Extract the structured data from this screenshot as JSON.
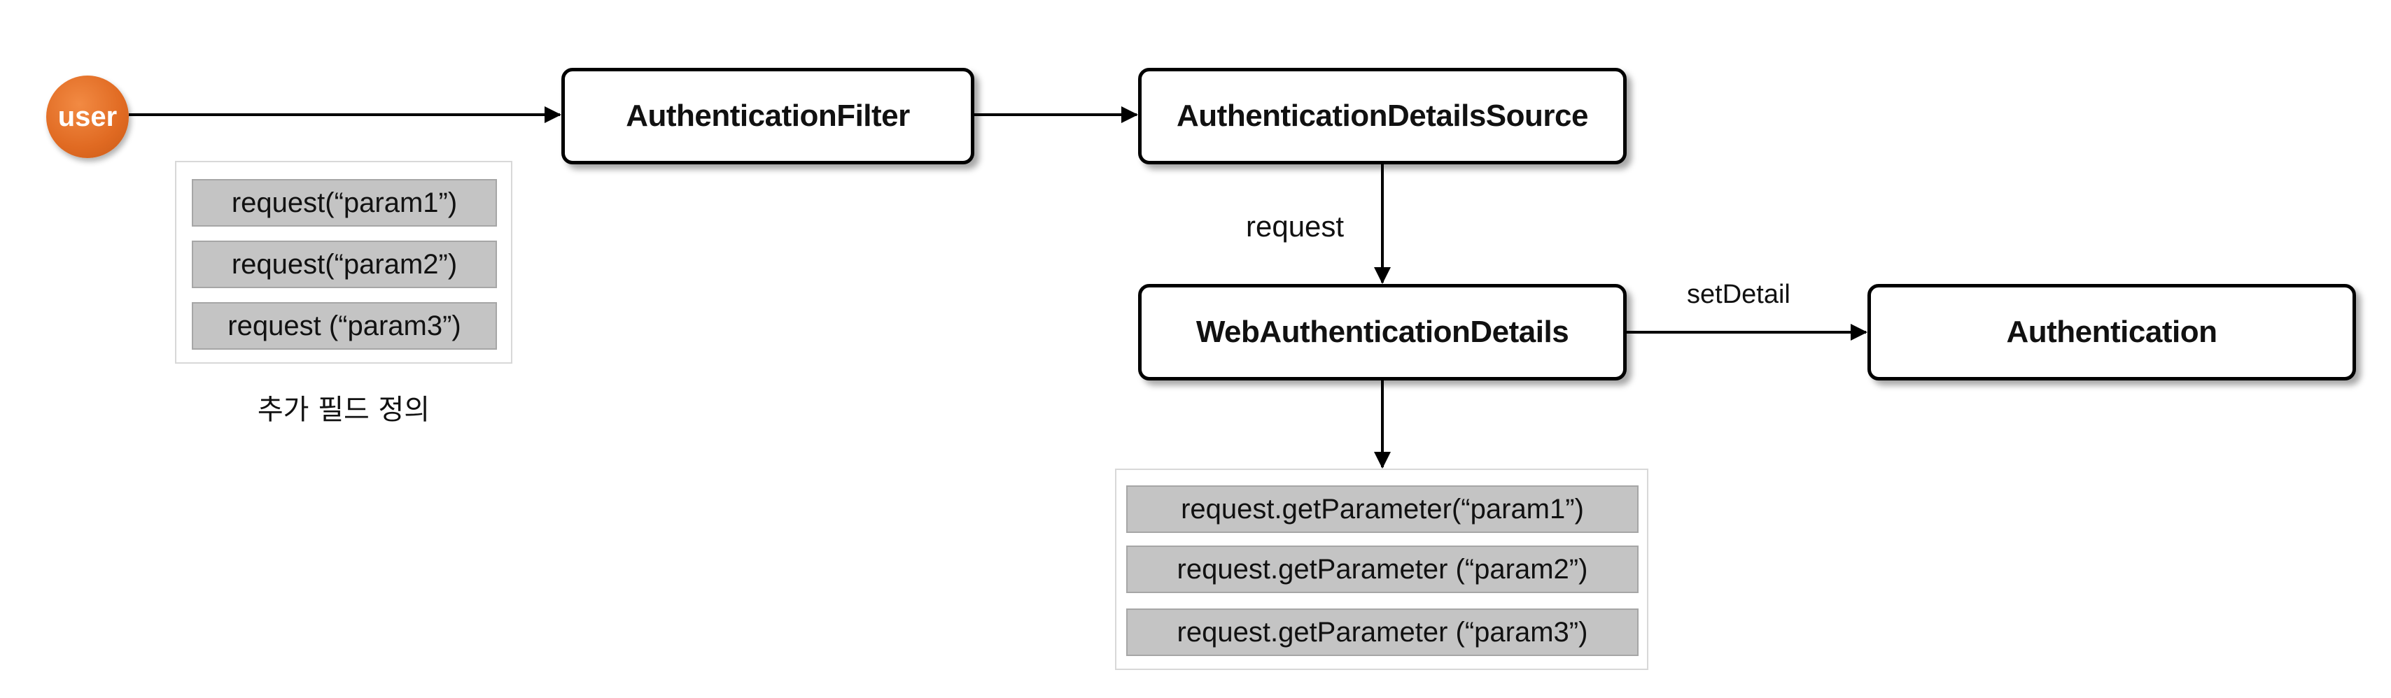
{
  "user": {
    "label": "user"
  },
  "nodes": {
    "filter": "AuthenticationFilter",
    "source": "AuthenticationDetailsSource",
    "web_details": "WebAuthenticationDetails",
    "authentication": "Authentication"
  },
  "left_params": {
    "items": [
      "request(“param1”)",
      "request(“param2”)",
      "request (“param3”)"
    ],
    "caption": "추가 필드 정의"
  },
  "bottom_params": {
    "items": [
      "request.getParameter(“param1”)",
      "request.getParameter (“param2”)",
      "request.getParameter (“param3”)"
    ]
  },
  "edge_labels": {
    "request": "request",
    "set_detail": "setDetail"
  },
  "colors": {
    "user_fill": "#e06a22",
    "param_fill": "#c4c4c4",
    "stroke": "#000000"
  }
}
